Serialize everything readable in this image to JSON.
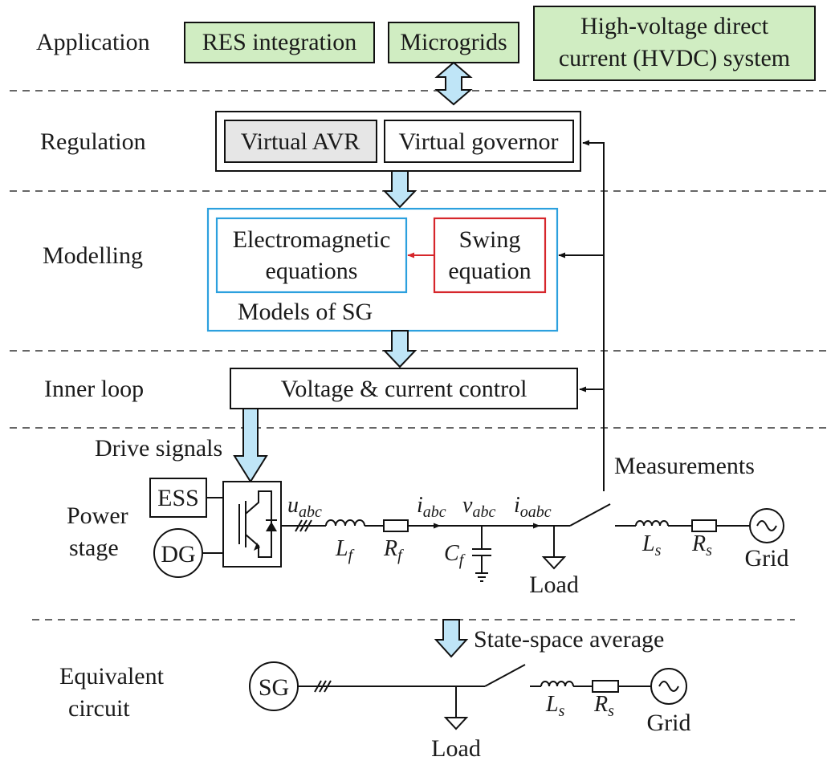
{
  "rows": {
    "application": "Application",
    "regulation": "Regulation",
    "modelling": "Modelling",
    "inner_loop": "Inner loop",
    "power_stage": [
      "Power",
      "stage"
    ],
    "equivalent_circuit": [
      "Equivalent",
      "circuit"
    ]
  },
  "application": {
    "res": "RES integration",
    "microgrids": "Microgrids",
    "hvdc": [
      "High-voltage direct",
      "current (HVDC) system"
    ]
  },
  "regulation": {
    "avr": "Virtual AVR",
    "governor": "Virtual governor"
  },
  "modelling": {
    "electromagnetic": [
      "Electromagnetic",
      "equations"
    ],
    "swing": [
      "Swing",
      "equation"
    ],
    "models_caption": "Models of SG"
  },
  "inner_loop": {
    "control": "Voltage & current control"
  },
  "power_stage": {
    "drive_signals": "Drive signals",
    "measurements": "Measurements",
    "ess": "ESS",
    "dg": "DG",
    "u": {
      "base": "u",
      "sub": "abc"
    },
    "i": {
      "base": "i",
      "sub": "abc"
    },
    "v": {
      "base": "v",
      "sub": "abc"
    },
    "io": {
      "base": "i",
      "sub": "oabc"
    },
    "lf": {
      "base": "L",
      "sub": "f"
    },
    "rf": {
      "base": "R",
      "sub": "f"
    },
    "cf": {
      "base": "C",
      "sub": "f"
    },
    "ls": {
      "base": "L",
      "sub": "s"
    },
    "rs": {
      "base": "R",
      "sub": "s"
    },
    "load": "Load",
    "grid": "Grid"
  },
  "equivalent": {
    "state_space": "State-space average",
    "sg": "SG",
    "ls": {
      "base": "L",
      "sub": "s"
    },
    "rs": {
      "base": "R",
      "sub": "s"
    },
    "load": "Load",
    "grid": "Grid"
  },
  "colors": {
    "green_fill": "#d0edc2",
    "grey_fill": "#e6e6e6",
    "blue_frame": "#2ca0de",
    "red_frame": "#d6262b",
    "arrow_fill": "#bfe5f7"
  }
}
